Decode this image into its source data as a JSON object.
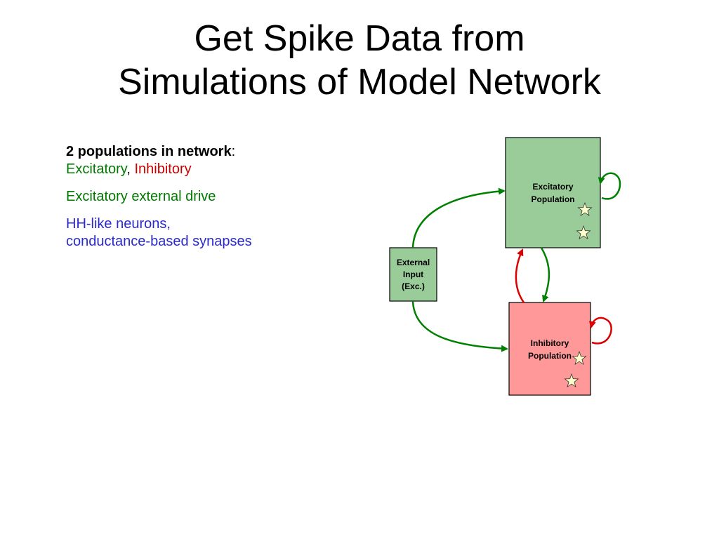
{
  "title": {
    "line1": "Get Spike Data from",
    "line2": "Simulations of Model Network"
  },
  "bullets": {
    "populations_heading": "2 populations in network",
    "colon": ":",
    "excitatory": "Excitatory",
    "comma": ",",
    "inhibitory": "Inhibitory",
    "external_drive": "Excitatory external drive",
    "neurons_line1": "HH-like neurons,",
    "neurons_line2": "conductance-based synapses"
  },
  "diagram": {
    "excitatory_box": {
      "line1": "Excitatory",
      "line2": "Population"
    },
    "inhibitory_box": {
      "line1": "Inhibitory",
      "line2": "Population"
    },
    "external_box": {
      "line1": "External",
      "line2": "Input",
      "line3": "(Exc.)"
    }
  },
  "colors": {
    "excitatory_fill": "#99cc99",
    "inhibitory_fill": "#ff9999",
    "green_arrow": "#008000",
    "red_arrow": "#dd0000",
    "star_fill": "#ffffcc",
    "green_text": "#007a00",
    "red_text": "#cc0000",
    "blue_text": "#2a2acc"
  }
}
